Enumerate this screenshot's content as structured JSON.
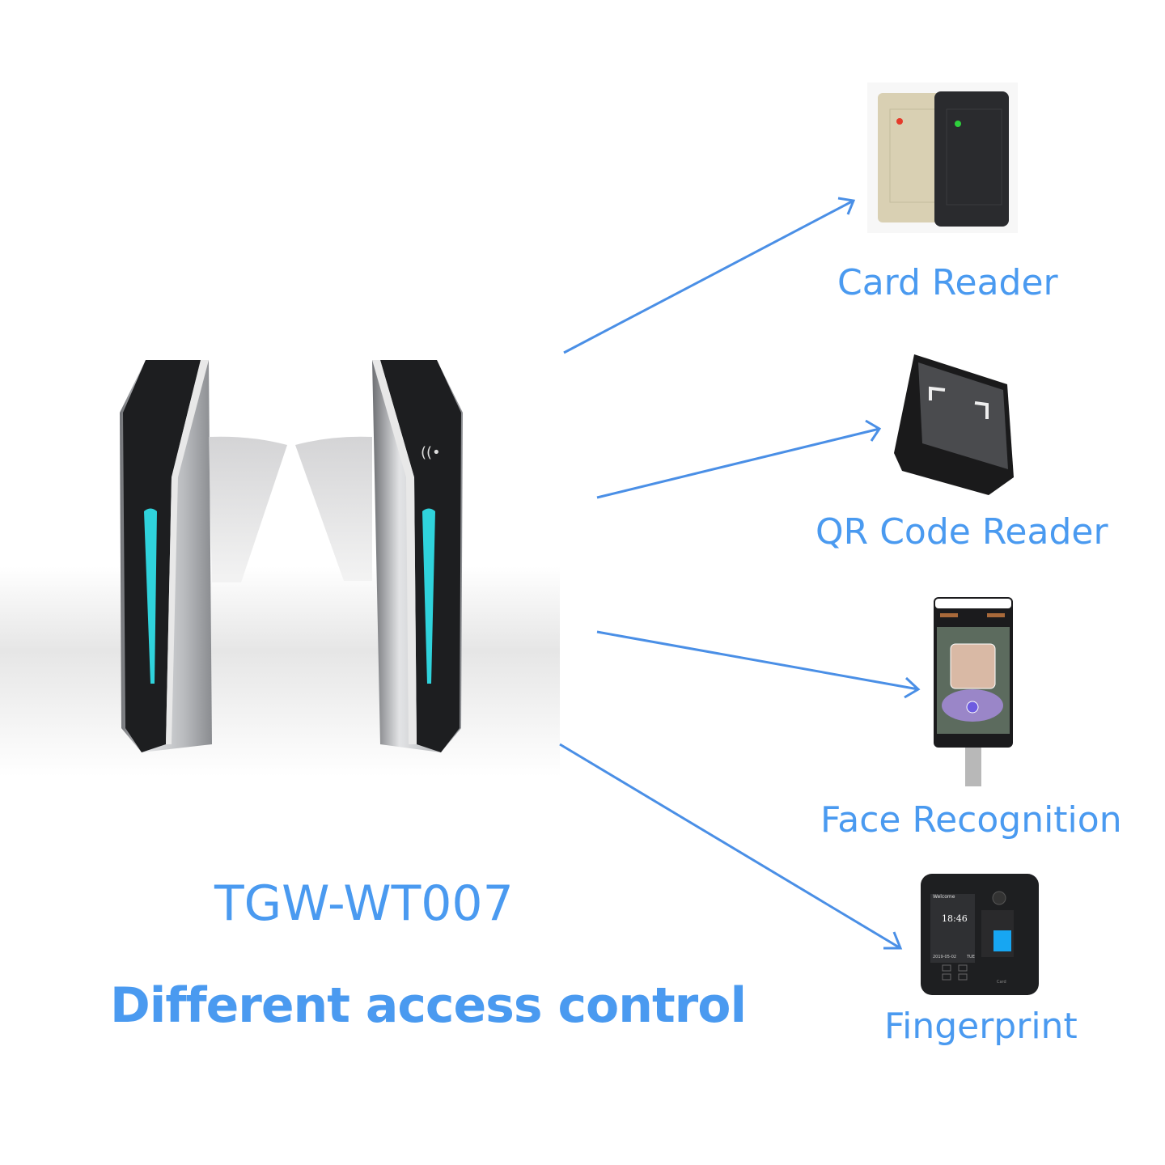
{
  "product": {
    "model": "TGW-WT007",
    "headline": "Different access control"
  },
  "accent_color": "#4a9af0",
  "options": [
    {
      "label": "Card Reader",
      "icon": "card-reader-icon"
    },
    {
      "label": "QR Code Reader",
      "icon": "qr-reader-icon"
    },
    {
      "label": "Face Recognition",
      "icon": "face-terminal-icon"
    },
    {
      "label": "Fingerprint",
      "icon": "fingerprint-terminal-icon"
    }
  ],
  "fingerprint_screen": {
    "greeting": "Welcome",
    "time": "18:46",
    "date": "2019-05-02",
    "day": "TUE",
    "card_label": "Card"
  }
}
